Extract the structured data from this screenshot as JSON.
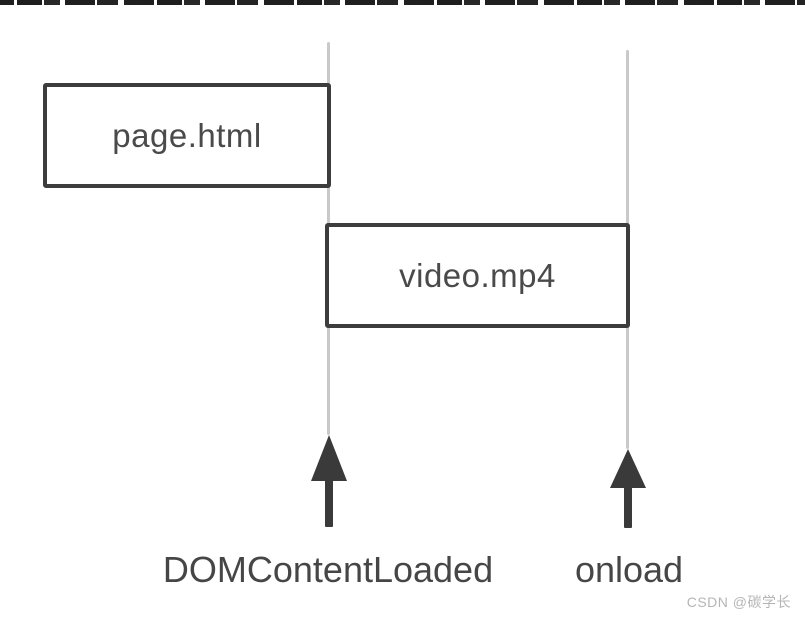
{
  "diagram": {
    "boxes": [
      {
        "id": "page-html",
        "label": "page.html"
      },
      {
        "id": "video-mp4",
        "label": "video.mp4"
      }
    ],
    "events": [
      {
        "id": "domcontentloaded",
        "label": "DOMContentLoaded"
      },
      {
        "id": "onload",
        "label": "onload"
      }
    ],
    "icons": {
      "up_arrow": "▲"
    }
  },
  "watermark": {
    "text": "CSDN @碳学长"
  },
  "colors": {
    "background": "#ffffff",
    "box_border": "#3d3d3d",
    "box_text": "#4a4a4a",
    "timeline_line": "#c9c9c9",
    "arrow": "#3a3a3a",
    "event_label_text": "#464646",
    "watermark_text": "#b5b5b5",
    "top_strip": "#1f1f1f"
  }
}
